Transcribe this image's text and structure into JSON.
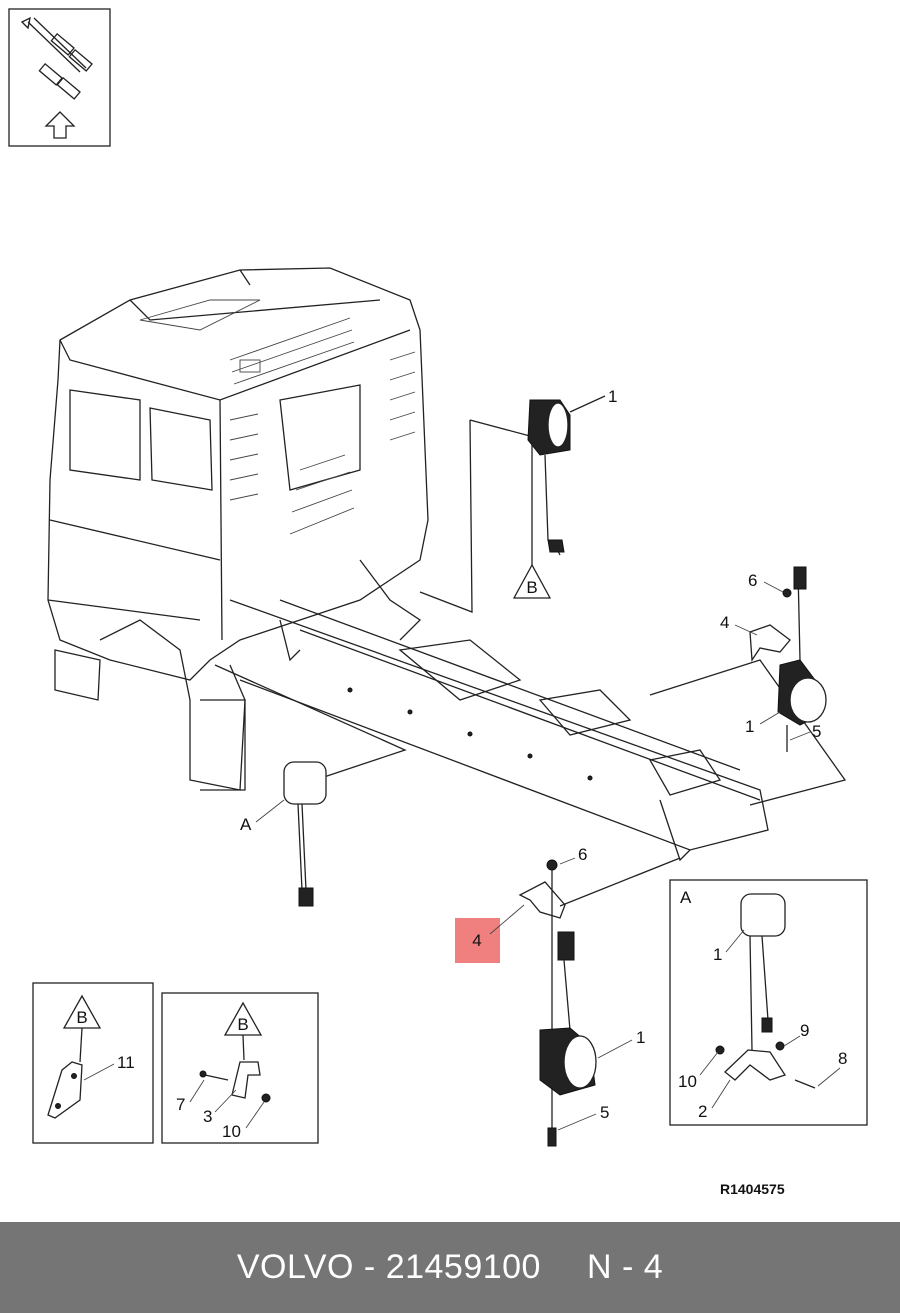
{
  "figure_ref": "R1404575",
  "footer": {
    "brand_part": "VOLVO - 21459100",
    "ref": "N - 4"
  },
  "highlight": {
    "label": "4",
    "color": "#f08080"
  },
  "callouts": {
    "lamp_top": "1",
    "marker_b_top": "B",
    "right_6": "6",
    "right_4": "4",
    "right_1": "1",
    "right_5": "5",
    "mirror_a": "A",
    "center_6": "6",
    "center_1": "1",
    "center_5": "5",
    "inset_a_title": "A",
    "inset_a_1": "1",
    "inset_a_9": "9",
    "inset_a_8": "8",
    "inset_a_10": "10",
    "inset_a_2": "2",
    "inset_b1_mark": "B",
    "inset_b1_11": "11",
    "inset_b2_mark": "B",
    "inset_b2_7": "7",
    "inset_b2_3": "3",
    "inset_b2_10": "10"
  }
}
